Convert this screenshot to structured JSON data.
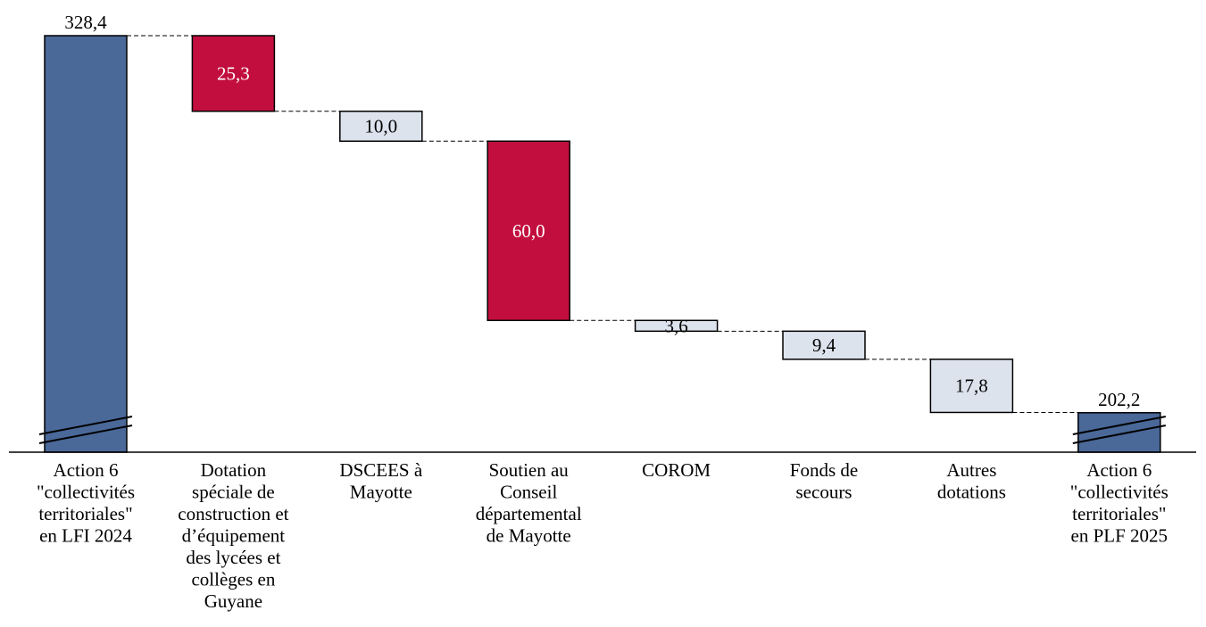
{
  "chart_data": {
    "type": "waterfall",
    "title": "",
    "unit": "",
    "axis_break": true,
    "colors": {
      "total": "#4a6898",
      "decrease_major": "#c20e3e",
      "decrease_minor": "#dde3ed",
      "outline": "#000000"
    },
    "bars": [
      {
        "label": [
          "Action 6",
          "\"collectivités",
          "territoriales\"",
          "en LFI 2024"
        ],
        "value": 328.4,
        "value_label": "328,4",
        "kind": "total"
      },
      {
        "label": [
          "Dotation",
          "spéciale de",
          "construction et",
          "d’équipement",
          "des lycées et",
          "collèges en",
          "Guyane"
        ],
        "value": -25.3,
        "value_label": "25,3",
        "kind": "decrease_major"
      },
      {
        "label": [
          "DSCEES à",
          "Mayotte"
        ],
        "value": -10.0,
        "value_label": "10,0",
        "kind": "decrease_minor"
      },
      {
        "label": [
          "Soutien au",
          "Conseil",
          "départemental",
          "de Mayotte"
        ],
        "value": -60.0,
        "value_label": "60,0",
        "kind": "decrease_major"
      },
      {
        "label": [
          "COROM"
        ],
        "value": -3.6,
        "value_label": "3,6",
        "kind": "decrease_minor"
      },
      {
        "label": [
          "Fonds de",
          "secours"
        ],
        "value": -9.4,
        "value_label": "9,4",
        "kind": "decrease_minor"
      },
      {
        "label": [
          "Autres",
          "dotations"
        ],
        "value": -17.8,
        "value_label": "17,8",
        "kind": "decrease_minor"
      },
      {
        "label": [
          "Action 6",
          "\"collectivités",
          "territoriales\"",
          "en PLF 2025"
        ],
        "value": 202.2,
        "value_label": "202,2",
        "kind": "total"
      }
    ]
  }
}
